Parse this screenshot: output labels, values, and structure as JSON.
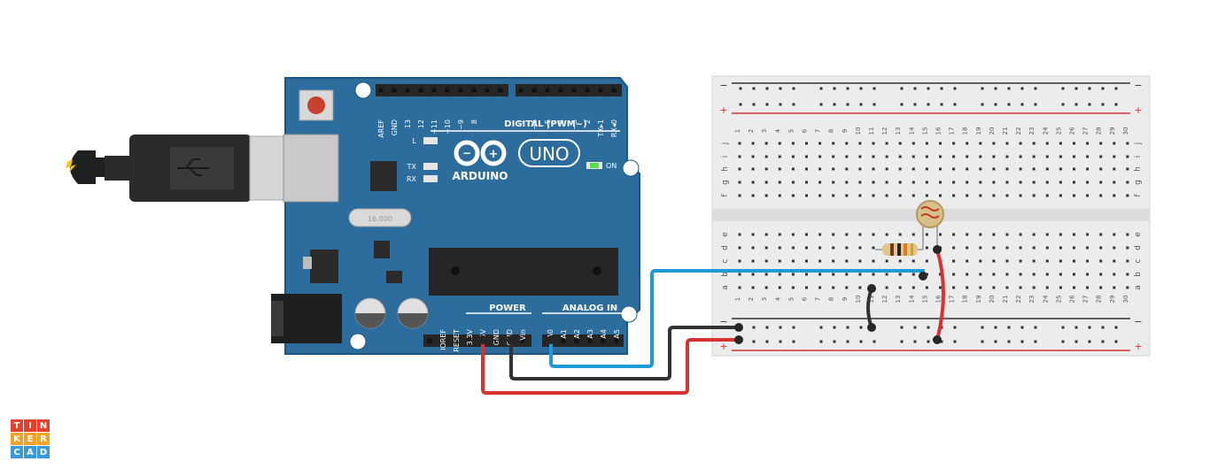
{
  "colors": {
    "board": "#2c6d9e",
    "board_edge": "#1f5580",
    "header": "#262626",
    "wire_red": "#d6322f",
    "wire_black": "#323232",
    "wire_blue": "#1e9bd7",
    "rail_red": "#d6322f",
    "breadboard": "#ececec",
    "led_green": "#56e04d"
  },
  "arduino": {
    "logo_text": "ARDUINO",
    "model": "UNO",
    "on_label": "ON",
    "l_label": "L",
    "tx_label": "TX",
    "rx_label": "RX",
    "digital_label": "DIGITAL (PWM~)",
    "power_label": "POWER",
    "analog_label": "ANALOG IN",
    "crystal_label": "16.000",
    "digital_pins": [
      "AREF",
      "GND",
      "13",
      "12",
      "~11",
      "~10",
      "~9",
      "8",
      "7",
      "~6",
      "~5",
      "4",
      "~3",
      "2",
      "TX▸1",
      "RX◂0"
    ],
    "power_pins": [
      "IOREF",
      "RESET",
      "3.3V",
      "5V",
      "GND",
      "GND",
      "Vin"
    ],
    "analog_pins": [
      "A0",
      "A1",
      "A2",
      "A3",
      "A4",
      "A5"
    ]
  },
  "breadboard": {
    "rail_minus": "−",
    "rail_plus": "+",
    "columns": [
      "1",
      "2",
      "3",
      "4",
      "5",
      "6",
      "7",
      "8",
      "9",
      "10",
      "11",
      "12",
      "13",
      "14",
      "15",
      "16",
      "17",
      "18",
      "19",
      "20",
      "21",
      "22",
      "23",
      "24",
      "25",
      "26",
      "27",
      "28",
      "29",
      "30"
    ],
    "rows_top": [
      "j",
      "i",
      "h",
      "g",
      "f"
    ],
    "rows_bottom": [
      "e",
      "d",
      "c",
      "b",
      "a"
    ]
  },
  "logo": {
    "letters": [
      "T",
      "I",
      "N",
      "K",
      "E",
      "R",
      "C",
      "A",
      "D"
    ],
    "colors": [
      "#e4402b",
      "#e4402b",
      "#e4402b",
      "#f3a225",
      "#f3a225",
      "#f3a225",
      "#3a9ad9",
      "#3a9ad9",
      "#3a9ad9"
    ]
  }
}
